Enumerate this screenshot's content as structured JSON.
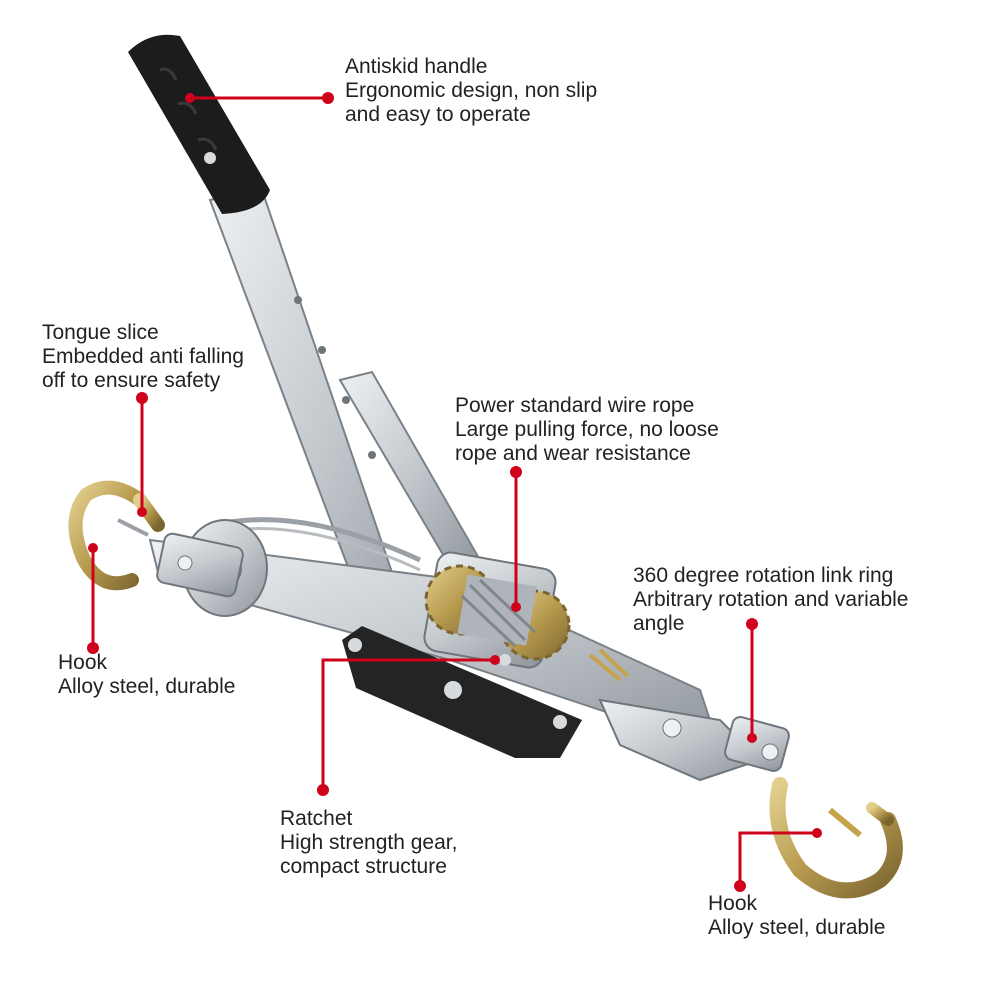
{
  "colors": {
    "leader": "#d0021b",
    "handle_grip": "#1c1c1c",
    "steel": "#c4c9ce",
    "steel_dark": "#8d949a",
    "brass": "#b79a4e",
    "plate": "#242424",
    "text": "#222222"
  },
  "callouts": {
    "handle": {
      "title": "Antiskid handle",
      "lines": [
        "Ergonomic design, non slip",
        "and easy to operate"
      ]
    },
    "tongue": {
      "title": "Tongue slice",
      "lines": [
        "Embedded anti falling",
        "off to ensure safety"
      ]
    },
    "rope": {
      "title": "Power standard wire rope",
      "lines": [
        "Large pulling force, no loose",
        "rope and wear resistance"
      ]
    },
    "ring": {
      "title": "360 degree rotation link ring",
      "lines": [
        "Arbitrary rotation and variable",
        "angle"
      ]
    },
    "hook_left": {
      "title": "Hook",
      "lines": [
        "Alloy steel, durable"
      ]
    },
    "ratchet": {
      "title": "Ratchet",
      "lines": [
        "High strength gear,",
        "compact structure"
      ]
    },
    "hook_right": {
      "title": "Hook",
      "lines": [
        "Alloy steel, durable"
      ]
    }
  }
}
